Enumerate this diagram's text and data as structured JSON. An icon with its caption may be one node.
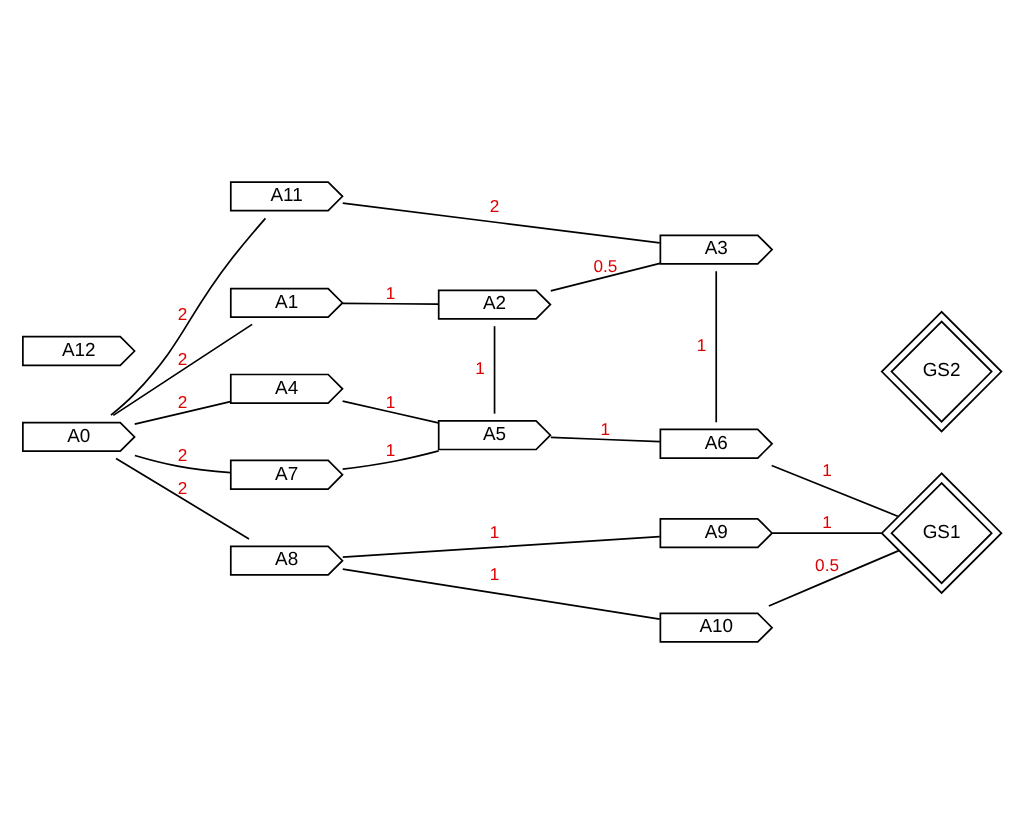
{
  "diagram": {
    "nodes": [
      {
        "text": [
          "A11"
        ]
      },
      {
        "text": [
          "GS2"
        ]
      },
      {
        "text": [
          "A1"
        ]
      },
      {
        "text": [
          "A2"
        ]
      },
      {
        "text": [
          "A3"
        ]
      },
      {
        "text": [
          "A0"
        ]
      },
      {
        "text": [
          "A4"
        ]
      },
      {
        "text": [
          "A5"
        ]
      },
      {
        "text": [
          "A6"
        ]
      },
      {
        "text": [
          "GS1"
        ]
      },
      {
        "text": [
          "A7"
        ]
      },
      {
        "text": [
          "A9"
        ]
      },
      {
        "text": [
          "A12"
        ]
      },
      {
        "text": [
          "A8"
        ]
      },
      {
        "text": [
          "A10"
        ]
      }
    ],
    "edges": [
      {
        "from": 0,
        "to": 5,
        "arrow": "none",
        "label": "2"
      },
      {
        "from": 0,
        "to": 4,
        "arrow": "none",
        "label": "2"
      },
      {
        "from": 5,
        "to": 2,
        "arrow": "none",
        "label": "2"
      },
      {
        "from": 2,
        "to": 3,
        "arrow": "none",
        "label": "1"
      },
      {
        "from": 3,
        "to": 4,
        "arrow": "none",
        "label": "0.5"
      },
      {
        "from": 3,
        "to": 7,
        "arrow": "none",
        "label": "1"
      },
      {
        "from": 4,
        "to": 8,
        "arrow": "none",
        "label": "1"
      },
      {
        "from": 5,
        "to": 6,
        "arrow": "none",
        "label": "2"
      },
      {
        "from": 6,
        "to": 7,
        "arrow": "none",
        "label": "1"
      },
      {
        "from": 7,
        "to": 8,
        "arrow": "none",
        "label": "1"
      },
      {
        "from": 8,
        "to": 9,
        "arrow": "none",
        "label": "1"
      },
      {
        "from": 5,
        "to": 10,
        "arrow": "none",
        "label": "2"
      },
      {
        "from": 10,
        "to": 7,
        "arrow": "none",
        "label": "1"
      },
      {
        "from": 5,
        "to": 13,
        "arrow": "none",
        "label": "2"
      },
      {
        "from": 13,
        "to": 11,
        "arrow": "none",
        "label": "1"
      },
      {
        "from": 13,
        "to": 14,
        "arrow": "none",
        "label": "1"
      },
      {
        "from": 11,
        "to": 9,
        "arrow": "none",
        "label": "1"
      },
      {
        "from": 14,
        "to": 9,
        "arrow": "none",
        "label": "0.5"
      }
    ]
  }
}
